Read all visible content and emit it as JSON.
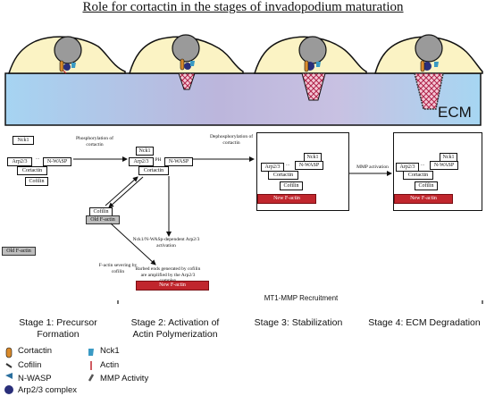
{
  "title": "Role for cortactin in the stages of invadopodium maturation",
  "ecm_label": "ECM",
  "proteins": {
    "nck1": "Nck1",
    "arp": "Arp2/3",
    "nwasp": "N-WASP",
    "cortactin": "Cortactin",
    "cofilin": "Cofilin",
    "dots": "...",
    "ph": "PH"
  },
  "flow": {
    "phosphorylation": "Phosphorylation of cortactin",
    "dephosphorylation": "Dephosphorylation of cortactin",
    "mmp_activation": "MMP activation",
    "old_factin": "Old F-actin",
    "new_factin": "New F-actin",
    "nck1_dependent": "Nck1/N-WASp-dependent Arp2/3 activation",
    "severing": "F-actin severing by cofilin",
    "barbed_ends": "Barbed ends generated by cofilin are amplified by the Arp2/3 complex",
    "mt1_mmp": "MT1-MMP Recruitment"
  },
  "stages": [
    {
      "line1": "Stage 1: Precursor",
      "line2": "Formation"
    },
    {
      "line1": "Stage 2: Activation of",
      "line2": "Actin Polymerization"
    },
    {
      "line1": "Stage 3: Stabilization",
      "line2": ""
    },
    {
      "line1": "Stage 4: ECM Degradation",
      "line2": ""
    }
  ],
  "legend": [
    {
      "label": "Cortactin",
      "icon": "cortactin-icon",
      "color": "#d98a2b"
    },
    {
      "label": "Cofilin",
      "icon": "cofilin-icon",
      "color": "#333333"
    },
    {
      "label": "N-WASP",
      "icon": "nwasp-icon",
      "color": "#2a6f9e"
    },
    {
      "label": "Arp2/3 complex",
      "icon": "arp23-icon",
      "color": "#2a2f7a"
    },
    {
      "label": "Nck1",
      "icon": "nck1-icon",
      "color": "#3a9ac4"
    },
    {
      "label": "Actin",
      "icon": "actin-icon",
      "color": "#c0262d"
    },
    {
      "label": "MMP Activity",
      "icon": "mmp-icon",
      "color": "#555555"
    }
  ]
}
